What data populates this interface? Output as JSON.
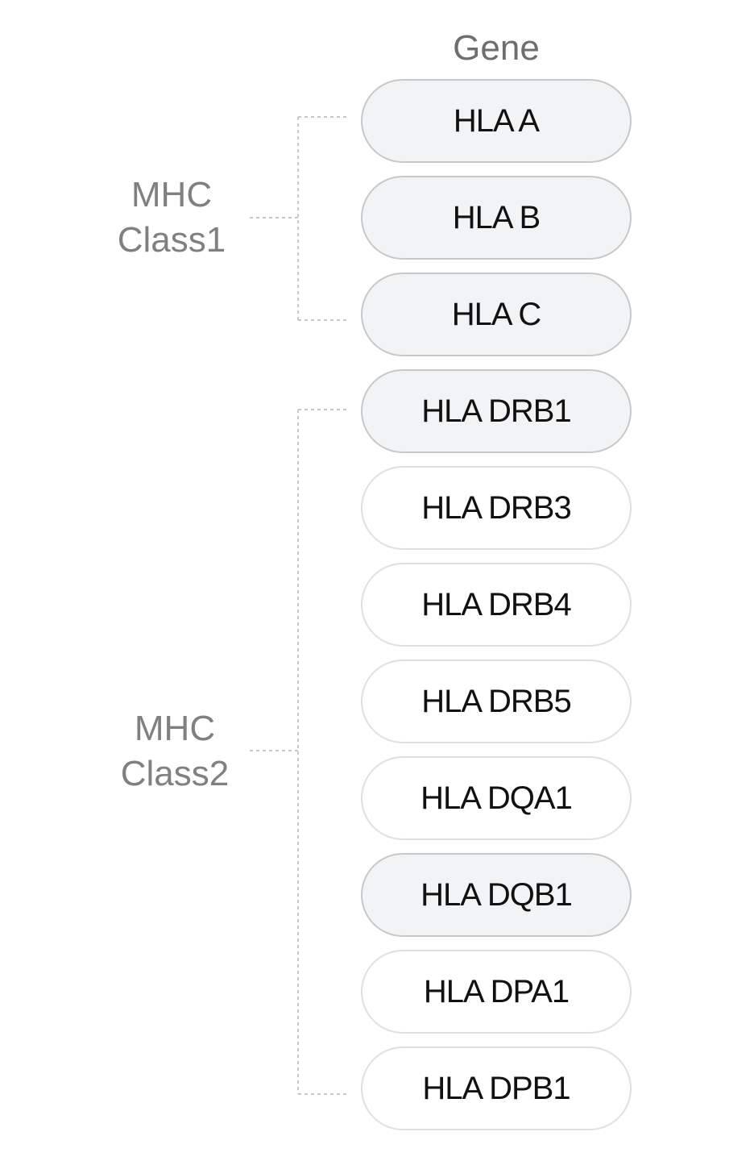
{
  "header": {
    "title": "Gene"
  },
  "groups": [
    {
      "line1": "MHC",
      "line2": "Class1",
      "first": 0,
      "last": 2
    },
    {
      "line1": "MHC",
      "line2": "Class2",
      "first": 3,
      "last": 10
    }
  ],
  "genes": [
    {
      "label": "HLA A",
      "highlighted": true
    },
    {
      "label": "HLA B",
      "highlighted": true
    },
    {
      "label": "HLA C",
      "highlighted": true
    },
    {
      "label": "HLA DRB1",
      "highlighted": true
    },
    {
      "label": "HLA DRB3",
      "highlighted": false
    },
    {
      "label": "HLA DRB4",
      "highlighted": false
    },
    {
      "label": "HLA DRB5",
      "highlighted": false
    },
    {
      "label": "HLA DQA1",
      "highlighted": false
    },
    {
      "label": "HLA DQB1",
      "highlighted": true
    },
    {
      "label": "HLA DPA1",
      "highlighted": false
    },
    {
      "label": "HLA DPB1",
      "highlighted": false
    }
  ],
  "colors": {
    "highlight_fill": "#f2f3f5",
    "highlight_border": "#c7c8ca",
    "normal_border": "#e0e0e0",
    "connector": "#c8c8c8"
  }
}
